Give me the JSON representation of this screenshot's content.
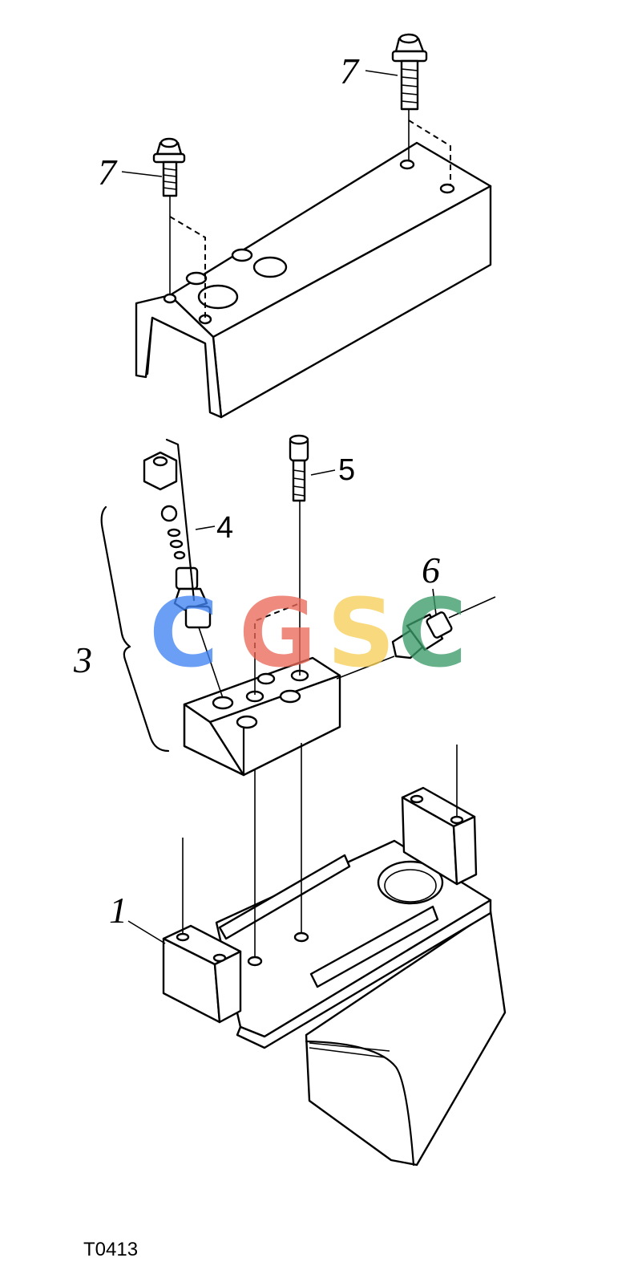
{
  "figure": {
    "id_label": "T0413",
    "callouts": [
      "7",
      "7",
      "5",
      "4",
      "6",
      "3",
      "1"
    ]
  },
  "watermark": {
    "letters": [
      {
        "char": "C",
        "color": "#4285F4"
      },
      {
        "char": "G",
        "color": "#EA6B5A"
      },
      {
        "char": "S",
        "color": "#F7CF5A"
      },
      {
        "char": "C",
        "color": "#3C9B6A"
      }
    ]
  }
}
